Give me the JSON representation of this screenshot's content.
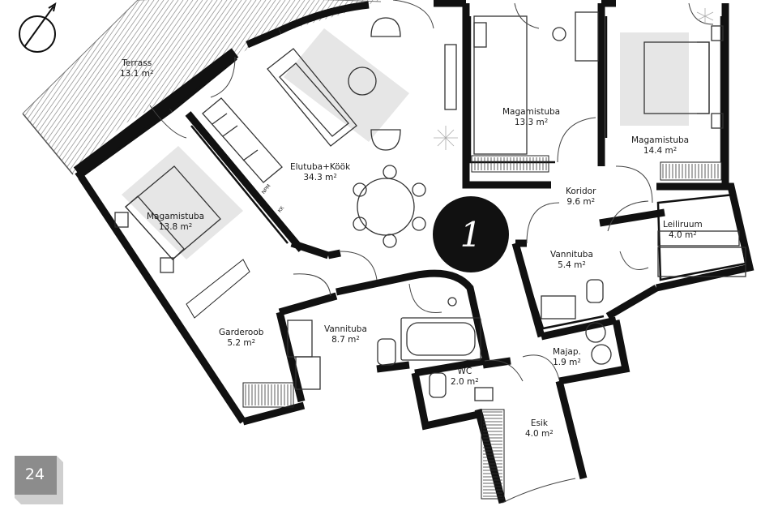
{
  "plan": {
    "apartment_number": "1",
    "page_number": "24",
    "compass_icon": "north-arrow-icon",
    "rooms": [
      {
        "id": "terrace",
        "name": "Terrass",
        "area": "13.1 m"
      },
      {
        "id": "living_kitchen",
        "name": "Elutuba+Köök",
        "area": "34.3 m"
      },
      {
        "id": "bedroom_1",
        "name": "Magamistuba",
        "area": "13.3 m"
      },
      {
        "id": "bedroom_2",
        "name": "Magamistuba",
        "area": "14.4 m"
      },
      {
        "id": "bedroom_3",
        "name": "Magamistuba",
        "area": "13.8 m"
      },
      {
        "id": "corridor",
        "name": "Koridor",
        "area": "9.6 m"
      },
      {
        "id": "sauna",
        "name": "Leiliruum",
        "area": "4.0 m"
      },
      {
        "id": "bathroom_small",
        "name": "Vannituba",
        "area": "5.4 m"
      },
      {
        "id": "wardrobe",
        "name": "Garderoob",
        "area": "5.2 m"
      },
      {
        "id": "bathroom_large",
        "name": "Vannituba",
        "area": "8.7 m"
      },
      {
        "id": "wc",
        "name": "WC",
        "area": "2.0 m"
      },
      {
        "id": "utility",
        "name": "Majap.",
        "area": "1.9 m"
      },
      {
        "id": "entrance",
        "name": "Esik",
        "area": "4.0 m"
      }
    ],
    "area_unit_superscript": "2",
    "appliance_labels": [
      "NPM",
      "KK"
    ]
  }
}
